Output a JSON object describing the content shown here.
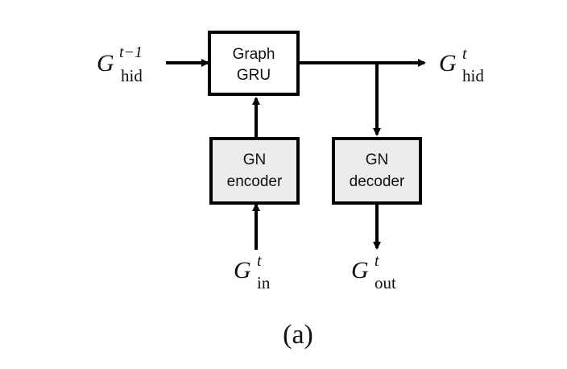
{
  "nodes": {
    "graph_gru": {
      "line1": "Graph",
      "line2": "GRU"
    },
    "gn_encoder": {
      "line1": "GN",
      "line2": "encoder"
    },
    "gn_decoder": {
      "line1": "GN",
      "line2": "decoder"
    }
  },
  "terms": {
    "hidden_prev": {
      "base": "G",
      "sup": "t−1",
      "sub": "hid"
    },
    "hidden_next": {
      "base": "G",
      "sup": "t",
      "sub": "hid"
    },
    "input": {
      "base": "G",
      "sup": "t",
      "sub": "in"
    },
    "output": {
      "base": "G",
      "sup": "t",
      "sub": "out"
    }
  },
  "caption": "(a)",
  "colors": {
    "stroke": "#000000",
    "module_fill": "#ececec",
    "gru_fill": "#ffffff"
  }
}
